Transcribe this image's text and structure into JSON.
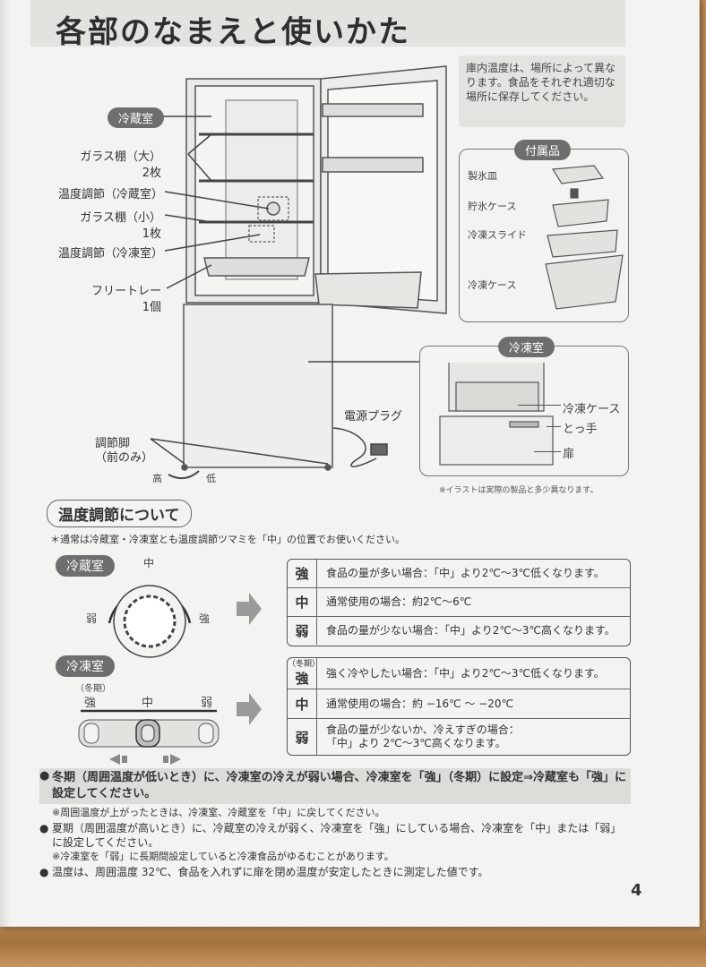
{
  "title": "各部のなまえと使いかた",
  "info_note": "庫内温度は、場所によって異なります。食品をそれぞれ適切な場所に保存してください。",
  "labels": {
    "fridge": "冷蔵室",
    "glass_large": "ガラス棚（大）",
    "glass_large_qty": "2枚",
    "temp_fridge": "温度調節（冷蔵室）",
    "glass_small": "ガラス棚（小）",
    "glass_small_qty": "1枚",
    "temp_freezer": "温度調節（冷凍室）",
    "free_tray": "フリートレー",
    "free_tray_qty": "1個",
    "plug": "電源プラグ",
    "feet": "調節脚",
    "feet_note": "（前のみ）",
    "high": "高",
    "low": "低"
  },
  "accessories": {
    "title": "付属品",
    "items": [
      "製氷皿",
      "貯氷ケース",
      "冷凍スライド",
      "冷凍ケース"
    ]
  },
  "freezer_detail": {
    "title": "冷凍室",
    "items": [
      "冷凍ケース",
      "とっ手",
      "扉"
    ]
  },
  "illustration_note": "※イラストは実際の製品と多少異なります。",
  "temp_section": {
    "heading": "温度調節について",
    "note": "＊通常は冷蔵室・冷凍室とも温度調節ツマミを「中」の位置でお使いください。",
    "fridge": {
      "label": "冷蔵室",
      "dial_mid": "中",
      "dial_weak": "弱",
      "dial_strong": "強",
      "rows": [
        {
          "level": "強",
          "text": "食品の量が多い場合：「中」より2℃〜3℃低くなります。"
        },
        {
          "level": "中",
          "text": "通常使用の場合：約2℃〜6℃"
        },
        {
          "level": "弱",
          "text": "食品の量が少ない場合：「中」より2℃〜3℃高くなります。"
        }
      ]
    },
    "freezer": {
      "label": "冷凍室",
      "winter": "（冬期）",
      "slider_strong": "強",
      "slider_mid": "中",
      "slider_weak": "弱",
      "rows": [
        {
          "level_note": "（冬期）",
          "level": "強",
          "text": "強く冷やしたい場合：「中」より2℃〜3℃低くなります。"
        },
        {
          "level": "中",
          "text": "通常使用の場合：約 −16℃ 〜 −20℃"
        },
        {
          "level": "弱",
          "text": "食品の量が少ないか、冷えすぎの場合：",
          "text2": "「中」より 2℃〜3℃高くなります。"
        }
      ]
    }
  },
  "bullets": {
    "b1": "冬期（周囲温度が低いとき）に、冷凍室の冷えが弱い場合、冷凍室を「強」（冬期）に設定⇒冷蔵室も「強」に設定してください。",
    "b1_sub": "※周囲温度が上がったときは、冷凍室、冷蔵室を「中」に戻してください。",
    "b2": "夏期（周囲温度が高いとき）に、冷蔵室の冷えが弱く、冷凍室を「強」にしている場合、冷凍室を「中」または「弱」に設定してください。",
    "b2_sub": "※冷凍室を「弱」に長期間設定していると冷凍食品がゆるむことがあります。",
    "b3": "温度は、周囲温度 32℃、食品を入れずに扉を閉め温度が安定したときに測定した値です。"
  },
  "page_number": "4"
}
